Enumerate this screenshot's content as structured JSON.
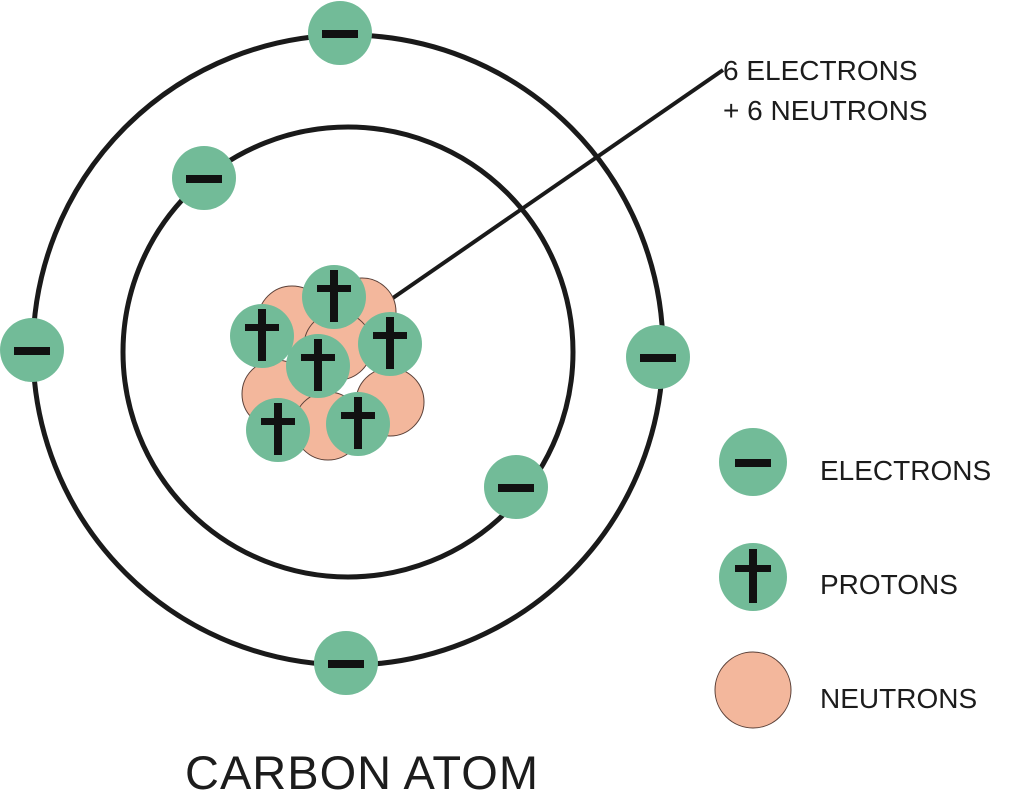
{
  "diagram": {
    "title": "CARBON ATOM",
    "callout": {
      "line1": "6 ELECTRONS",
      "line2": "+ 6 NEUTRONS"
    },
    "legend": [
      {
        "label": "ELECTRONS",
        "symbol": "minus-circle"
      },
      {
        "label": "PROTONS",
        "symbol": "plus-circle"
      },
      {
        "label": "NEUTRONS",
        "symbol": "neutron-circle"
      }
    ],
    "counts": {
      "electrons": 6,
      "protons": 6,
      "neutrons": 6
    },
    "colors": {
      "particle_green": "#72bb98",
      "neutron_peach": "#f3b79c",
      "orbit": "#1a1a1a",
      "symbol": "#111111"
    }
  }
}
